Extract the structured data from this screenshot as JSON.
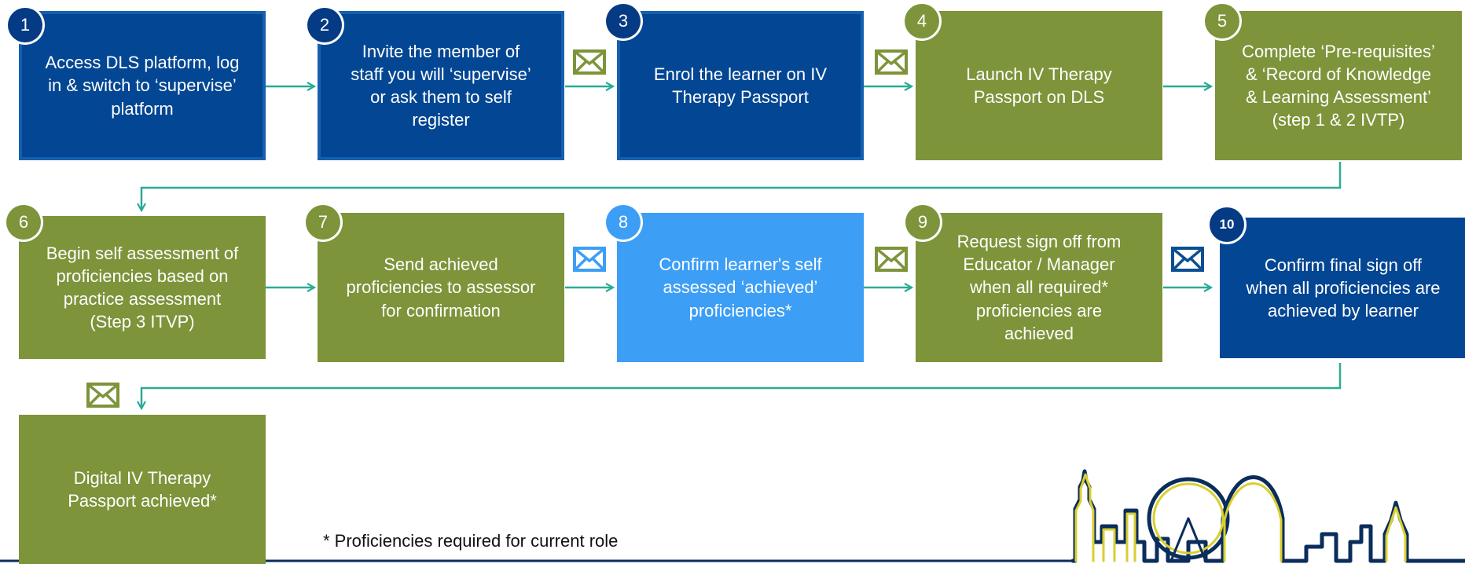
{
  "steps": [
    {
      "number": "1",
      "text": "Access DLS platform, log\nin & switch to ‘supervise’\nplatform"
    },
    {
      "number": "2",
      "text": "Invite the member of\nstaff you will ‘supervise’\nor ask them to self\nregister"
    },
    {
      "number": "3",
      "text": "Enrol the learner on IV\nTherapy Passport"
    },
    {
      "number": "4",
      "text": "Launch IV Therapy\nPassport on DLS"
    },
    {
      "number": "5",
      "text": "Complete ‘Pre-requisites’\n& ‘Record of Knowledge\n& Learning Assessment’\n(step 1 & 2 IVTP)"
    },
    {
      "number": "6",
      "text": "Begin self assessment of\nproficiencies based on\npractice assessment\n(Step 3 ITVP)"
    },
    {
      "number": "7",
      "text": "Send achieved\nproficiencies to assessor\nfor confirmation"
    },
    {
      "number": "8",
      "text": "Confirm learner's self\nassessed  ‘achieved’\nproficiencies*"
    },
    {
      "number": "9",
      "text": "Request sign off from\nEducator / Manager\nwhen all required*\nproficiencies are\nachieved"
    },
    {
      "number": "10",
      "text": "Confirm final sign off\nwhen all proficiencies are\nachieved by learner"
    }
  ],
  "final": {
    "text": "Digital IV Therapy\nPassport achieved*"
  },
  "footnote": "* Proficiencies required for current role",
  "icons": {
    "email": "envelope-icon",
    "skyline": "london-skyline-icon"
  },
  "colors": {
    "navy": "#034693",
    "green": "#7d943a",
    "light_blue": "#3d9ef5",
    "arrow_teal": "#2aab98",
    "rule_navy": "#0a2d5c"
  }
}
